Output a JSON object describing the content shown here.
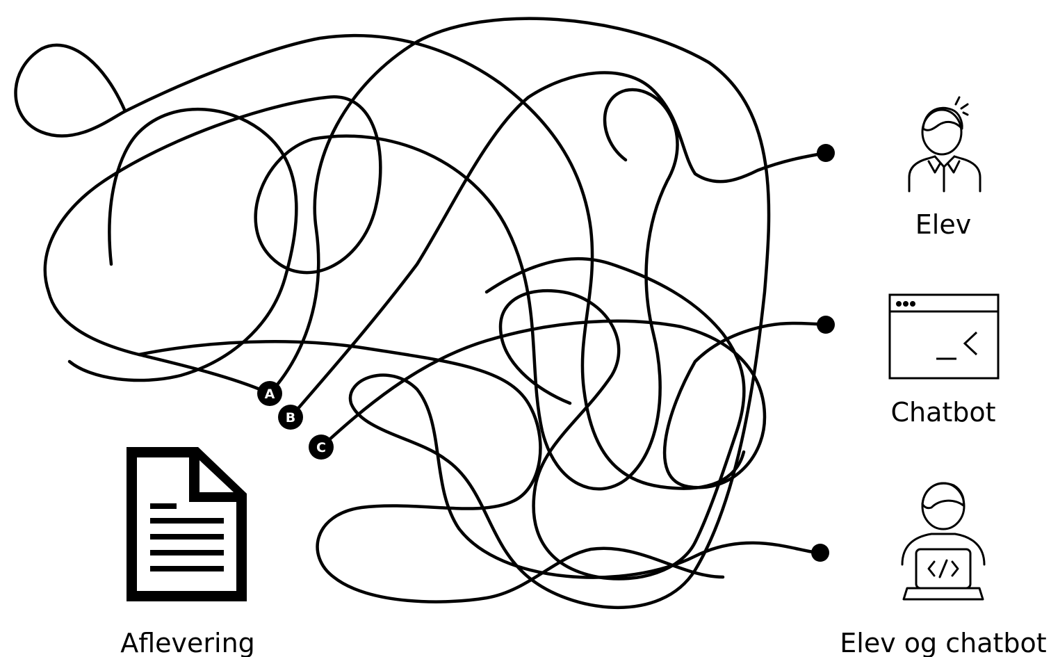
{
  "diagram": {
    "start_markers": [
      {
        "label": "A"
      },
      {
        "label": "B"
      },
      {
        "label": "C"
      }
    ],
    "targets": [
      {
        "label": "Elev",
        "icon": "student-icon"
      },
      {
        "label": "Chatbot",
        "icon": "chatbot-window-icon"
      },
      {
        "label": "Elev og chatbot",
        "icon": "student-with-laptop-icon"
      }
    ],
    "document": {
      "label": "Aflevering",
      "icon": "document-icon"
    }
  },
  "colors": {
    "line": "#000000",
    "background": "#ffffff",
    "marker_text": "#ffffff"
  }
}
